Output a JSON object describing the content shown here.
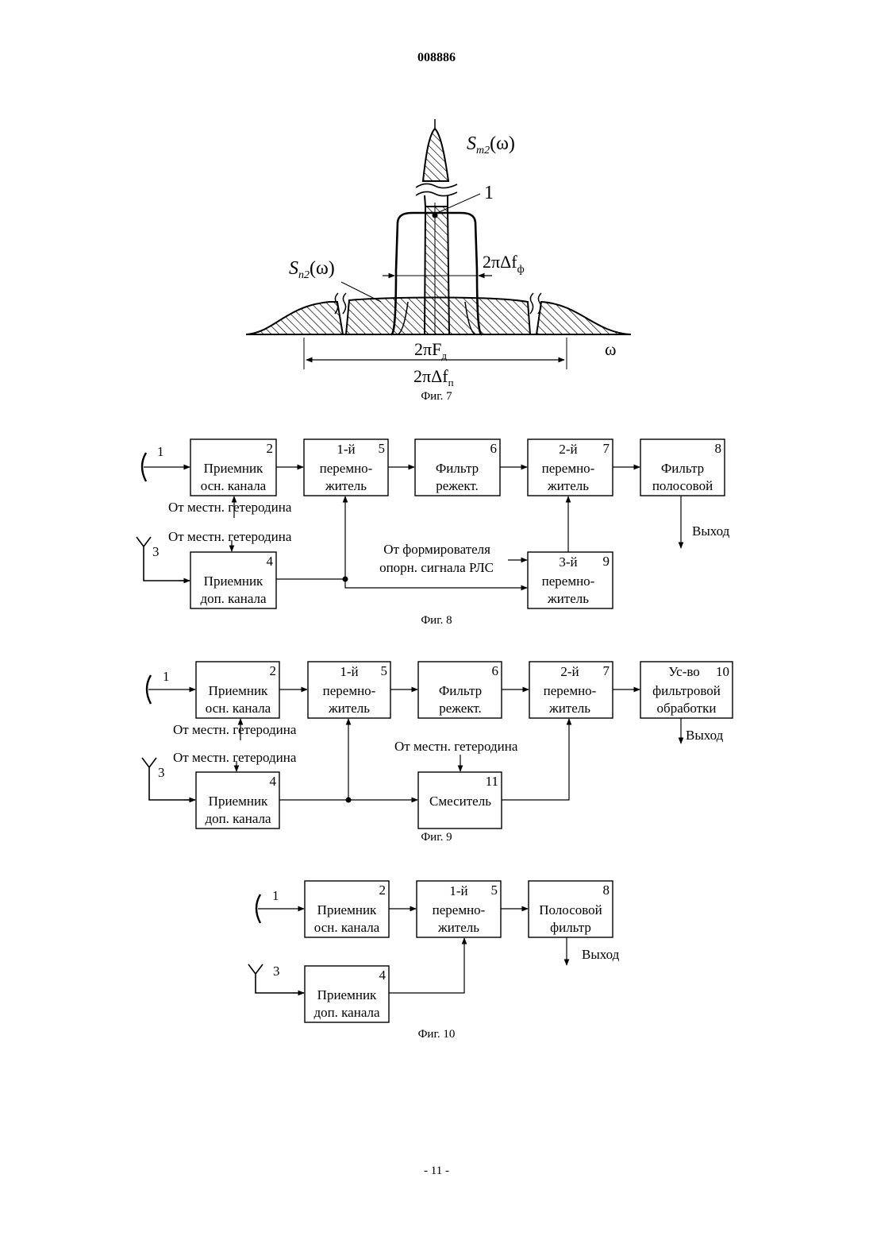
{
  "header": {
    "doc_number": "008886"
  },
  "footer": {
    "page_number": "- 11 -"
  },
  "fig7": {
    "caption": "Фиг. 7",
    "label_sm2": "S",
    "label_sm2_sub": "m2",
    "label_sm2_arg": "(ω)",
    "label_sn2": "S",
    "label_sn2_sub": "n2",
    "label_sn2_arg": "(ω)",
    "label_point": "1",
    "label_dff": "2πΔf",
    "label_dff_sub": "ф",
    "label_fd": "2πF",
    "label_fd_sub": "д",
    "label_dfn": "2πΔf",
    "label_dfn_sub": "п",
    "label_omega": "ω"
  },
  "fig8": {
    "caption": "Фиг. 8",
    "antenna1_label": "1",
    "antenna3_label": "3",
    "blocks": [
      {
        "num": "2",
        "lines": [
          "Приемник",
          "осн. канала"
        ]
      },
      {
        "num": "5",
        "lines": [
          "1-й",
          "перемно-",
          "житель"
        ]
      },
      {
        "num": "6",
        "lines": [
          "Фильтр",
          "режект."
        ]
      },
      {
        "num": "7",
        "lines": [
          "2-й",
          "перемно-",
          "житель"
        ]
      },
      {
        "num": "8",
        "lines": [
          "Фильтр",
          "полосовой"
        ]
      },
      {
        "num": "4",
        "lines": [
          "Приемник",
          "доп. канала"
        ]
      },
      {
        "num": "9",
        "lines": [
          "3-й",
          "перемно-",
          "житель"
        ]
      }
    ],
    "lo_label_1": "От местн. гетеродина",
    "lo_label_2": "От местн. гетеродина",
    "ref_label_1": "От формирователя",
    "ref_label_2": "опорн. сигнала РЛС",
    "output_label": "Выход"
  },
  "fig9": {
    "caption": "Фиг. 9",
    "antenna1_label": "1",
    "antenna3_label": "3",
    "blocks": [
      {
        "num": "2",
        "lines": [
          "Приемник",
          "осн. канала"
        ]
      },
      {
        "num": "5",
        "lines": [
          "1-й",
          "перемно-",
          "житель"
        ]
      },
      {
        "num": "6",
        "lines": [
          "Фильтр",
          "режект."
        ]
      },
      {
        "num": "7",
        "lines": [
          "2-й",
          "перемно-",
          "житель"
        ]
      },
      {
        "num": "10",
        "lines": [
          "Ус-во",
          "фильтровой",
          "обработки"
        ]
      },
      {
        "num": "4",
        "lines": [
          "Приемник",
          "доп. канала"
        ]
      },
      {
        "num": "11",
        "lines": [
          "Смеситель"
        ]
      }
    ],
    "lo_label_1": "От местн. гетеродина",
    "lo_label_2": "От местн. гетеродина",
    "lo_label_3": "От местн. гетеродина",
    "output_label": "Выход"
  },
  "fig10": {
    "caption": "Фиг. 10",
    "antenna1_label": "1",
    "antenna3_label": "3",
    "blocks": [
      {
        "num": "2",
        "lines": [
          "Приемник",
          "осн. канала"
        ]
      },
      {
        "num": "5",
        "lines": [
          "1-й",
          "перемно-",
          "житель"
        ]
      },
      {
        "num": "8",
        "lines": [
          "Полосовой",
          "фильтр"
        ]
      },
      {
        "num": "4",
        "lines": [
          "Приемник",
          "доп. канала"
        ]
      }
    ],
    "output_label": "Выход"
  }
}
